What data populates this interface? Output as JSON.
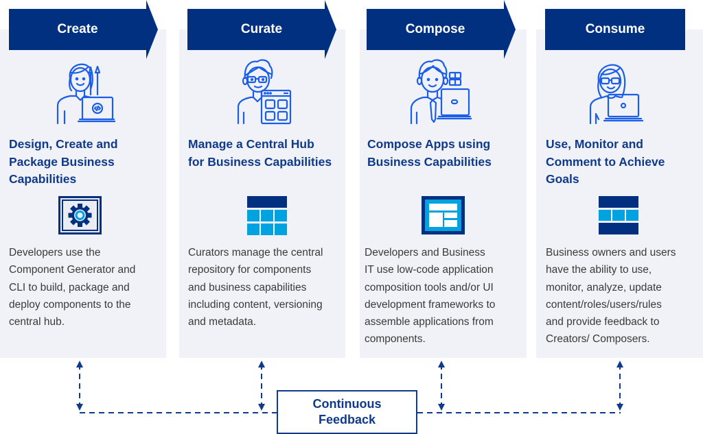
{
  "colors": {
    "navy": "#00307f",
    "heading_blue": "#0f3a8a",
    "icon_blue": "#1a5ee8",
    "light_blue": "#00a3e0",
    "panel_bg": "#f1f2f7",
    "body_text": "#3a3a3a"
  },
  "stages": [
    {
      "title": "Create",
      "person_icon": "developer-woman-laptop-code-icon",
      "heading_lines": [
        "Design, Create and",
        "Package Business",
        "Capabilities"
      ],
      "capability_icon": "gear-icon",
      "description_lines": [
        "Developers use the",
        "Component Generator and",
        "CLI to build, package and",
        "deploy components to the",
        "central hub."
      ]
    },
    {
      "title": "Curate",
      "person_icon": "curator-man-app-grid-icon",
      "heading_lines": [
        "Manage a Central Hub",
        "for Business Capabilities"
      ],
      "capability_icon": "table-grid-icon",
      "description_lines": [
        "Curators manage the central",
        "repository for components",
        "and business capabilities",
        "including content, versioning",
        "and metadata."
      ]
    },
    {
      "title": "Compose",
      "person_icon": "composer-man-laptop-blocks-icon",
      "heading_lines": [
        "Compose Apps using",
        "Business Capabilities"
      ],
      "capability_icon": "layout-template-icon",
      "description_lines": [
        "Developers and Business",
        "IT use low-code application",
        "composition tools and/or UI",
        "development frameworks to",
        "assemble applications from",
        "components."
      ]
    },
    {
      "title": "Consume",
      "person_icon": "consumer-woman-laptop-icon",
      "heading_lines": [
        "Use, Monitor and",
        "Comment to Achieve",
        "Goals"
      ],
      "capability_icon": "layered-blocks-icon",
      "description_lines": [
        "Business owners and users",
        "have the ability to use,",
        "monitor, analyze, update",
        "content/roles/users/rules",
        "and provide feedback to",
        "Creators/ Composers."
      ]
    }
  ],
  "feedback": {
    "label_lines": [
      "Continuous",
      "Feedback"
    ]
  }
}
